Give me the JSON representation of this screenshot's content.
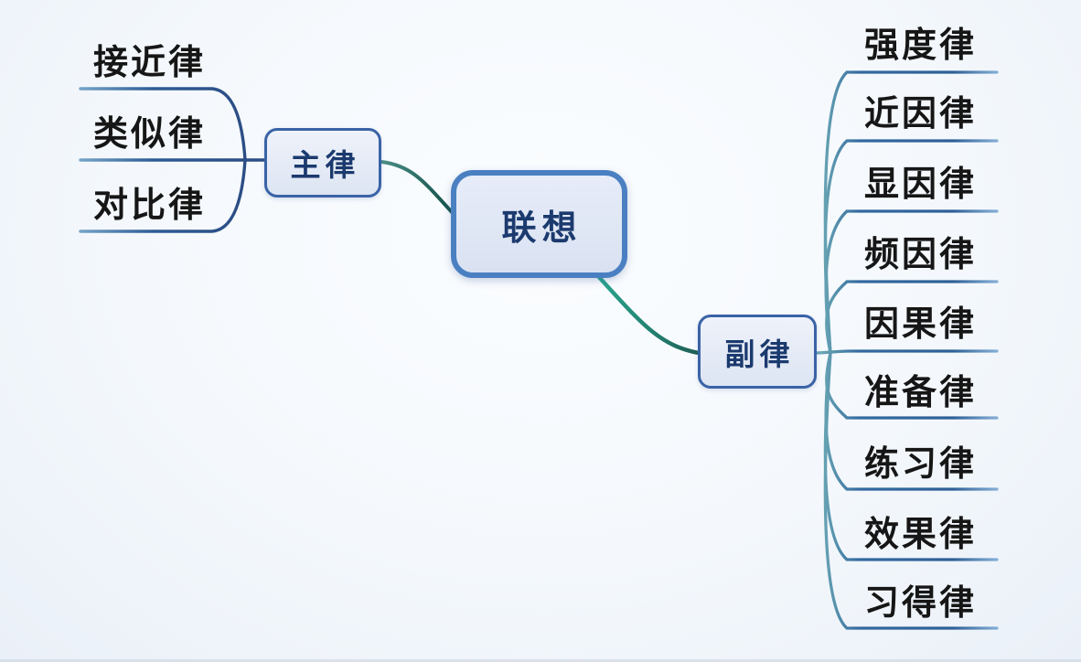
{
  "diagram": {
    "type": "mindmap",
    "central_topic": "联想",
    "left_branch": {
      "label": "主律",
      "leaves": [
        "接近律",
        "类似律",
        "对比律"
      ]
    },
    "right_branch": {
      "label": "副律",
      "leaves": [
        "强度律",
        "近因律",
        "显因律",
        "频因律",
        "因果律",
        "准备律",
        "练习律",
        "效果律",
        "习得律"
      ]
    }
  },
  "colors": {
    "background": "#f4f8fc",
    "central_node_border": "#4a80c2",
    "branch_node_border": "#3a63a6",
    "node_fill": "#e3eaf7",
    "node_text": "#1b3a6e",
    "leaf_text": "#161616",
    "leaf_line_blue": "#2d5a94",
    "connector_teal": "#1e6258"
  }
}
